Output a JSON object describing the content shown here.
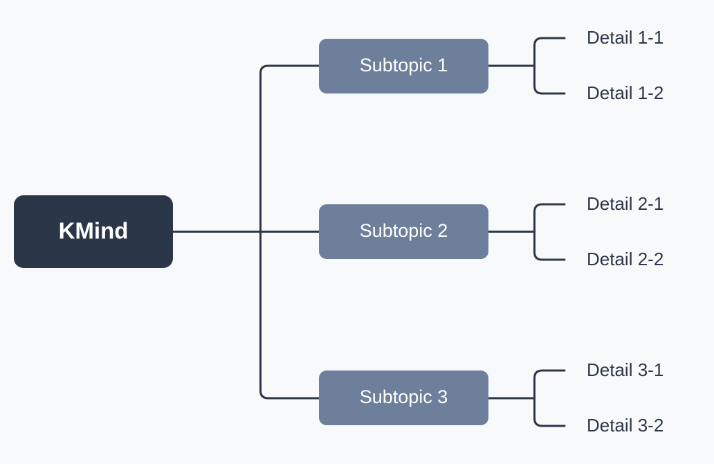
{
  "diagram": {
    "type": "mind-map",
    "orientation": "left-to-right",
    "background_color": "#f8f9fb",
    "connector_color": "#2d3748",
    "root": {
      "label": "KMind",
      "fill_color": "#2b3648",
      "text_color": "#ffffff"
    },
    "branch_style": {
      "fill_color": "#6e7f9c",
      "text_color": "#ffffff"
    },
    "leaf_style": {
      "text_color": "#2d3748"
    },
    "branches": [
      {
        "label": "Subtopic 1",
        "leaves": [
          {
            "label": "Detail 1-1"
          },
          {
            "label": "Detail 1-2"
          }
        ]
      },
      {
        "label": "Subtopic 2",
        "leaves": [
          {
            "label": "Detail 2-1"
          },
          {
            "label": "Detail 2-2"
          }
        ]
      },
      {
        "label": "Subtopic 3",
        "leaves": [
          {
            "label": "Detail 3-1"
          },
          {
            "label": "Detail 3-2"
          }
        ]
      }
    ]
  }
}
